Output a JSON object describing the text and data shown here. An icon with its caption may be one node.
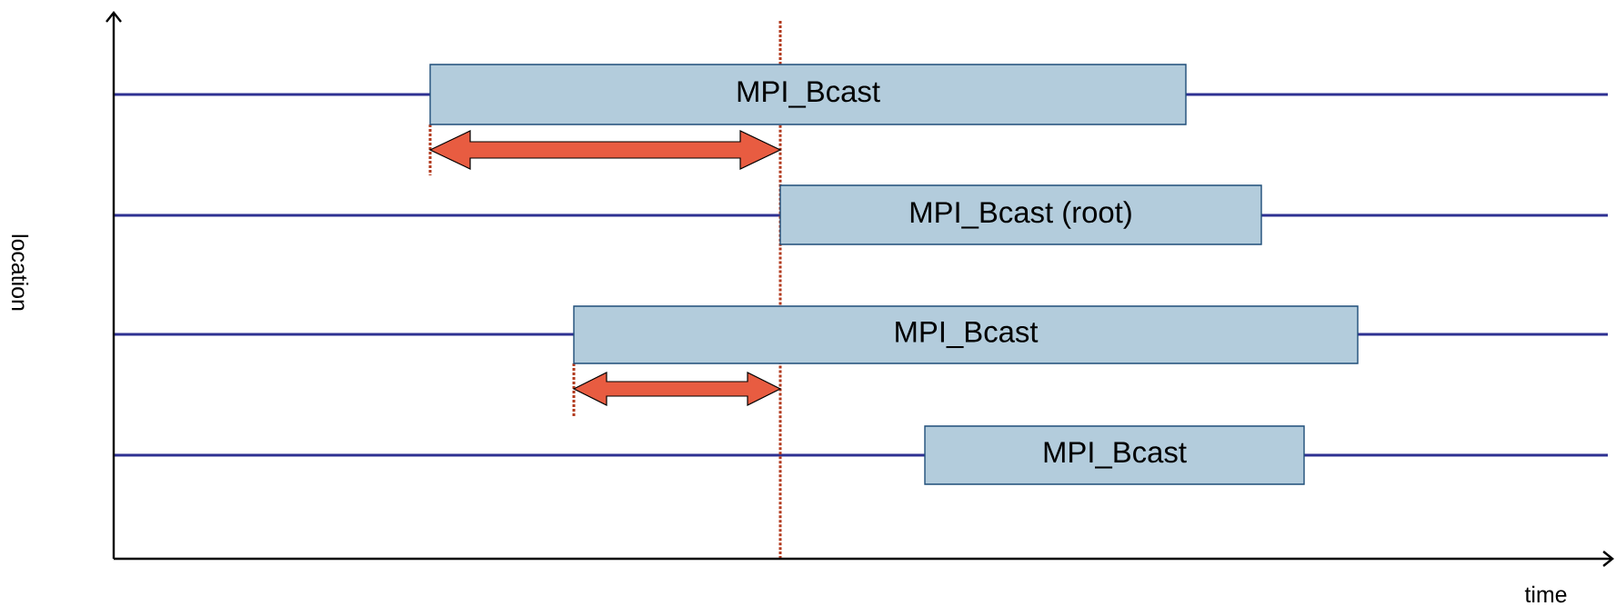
{
  "diagram": {
    "nodes": [
      {
        "text": [
          "MPI_Bcast"
        ]
      },
      {
        "text": [
          "MPI_Bcast (root)"
        ]
      },
      {
        "text": [
          "MPI_Bcast"
        ]
      },
      {
        "text": [
          "MPI_Bcast"
        ]
      }
    ],
    "labels": [
      "location",
      "time"
    ]
  }
}
